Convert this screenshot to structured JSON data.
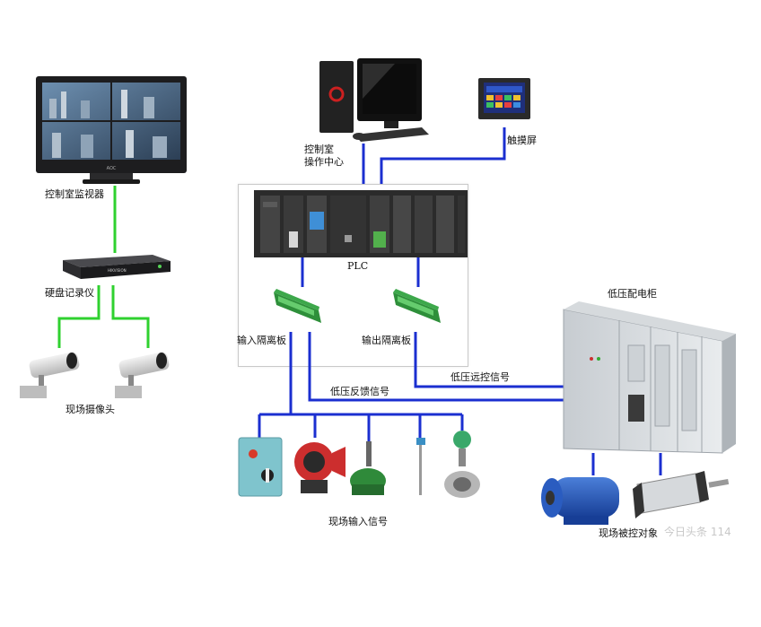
{
  "labels": {
    "monitor": "控制室监视器",
    "dvr": "硬盘记录仪",
    "camera": "现场摄像头",
    "control_center": "控制室\n操作中心",
    "touchscreen": "触摸屏",
    "plc": "PLC",
    "input_board": "输入隔离板",
    "output_board": "输出隔离板",
    "lv_feedback": "低压反馈信号",
    "lv_remote": "低压远控信号",
    "lv_cabinet": "低压配电柜",
    "field_input": "现场输入信号",
    "field_controlled": "现场被控对象"
  },
  "monitor_brand": "AOC",
  "dvr_brand": "HIKVISION",
  "watermark": "今日头条 114",
  "colors": {
    "blue_link": "#1b2fd0",
    "green_link": "#2fd12f"
  }
}
